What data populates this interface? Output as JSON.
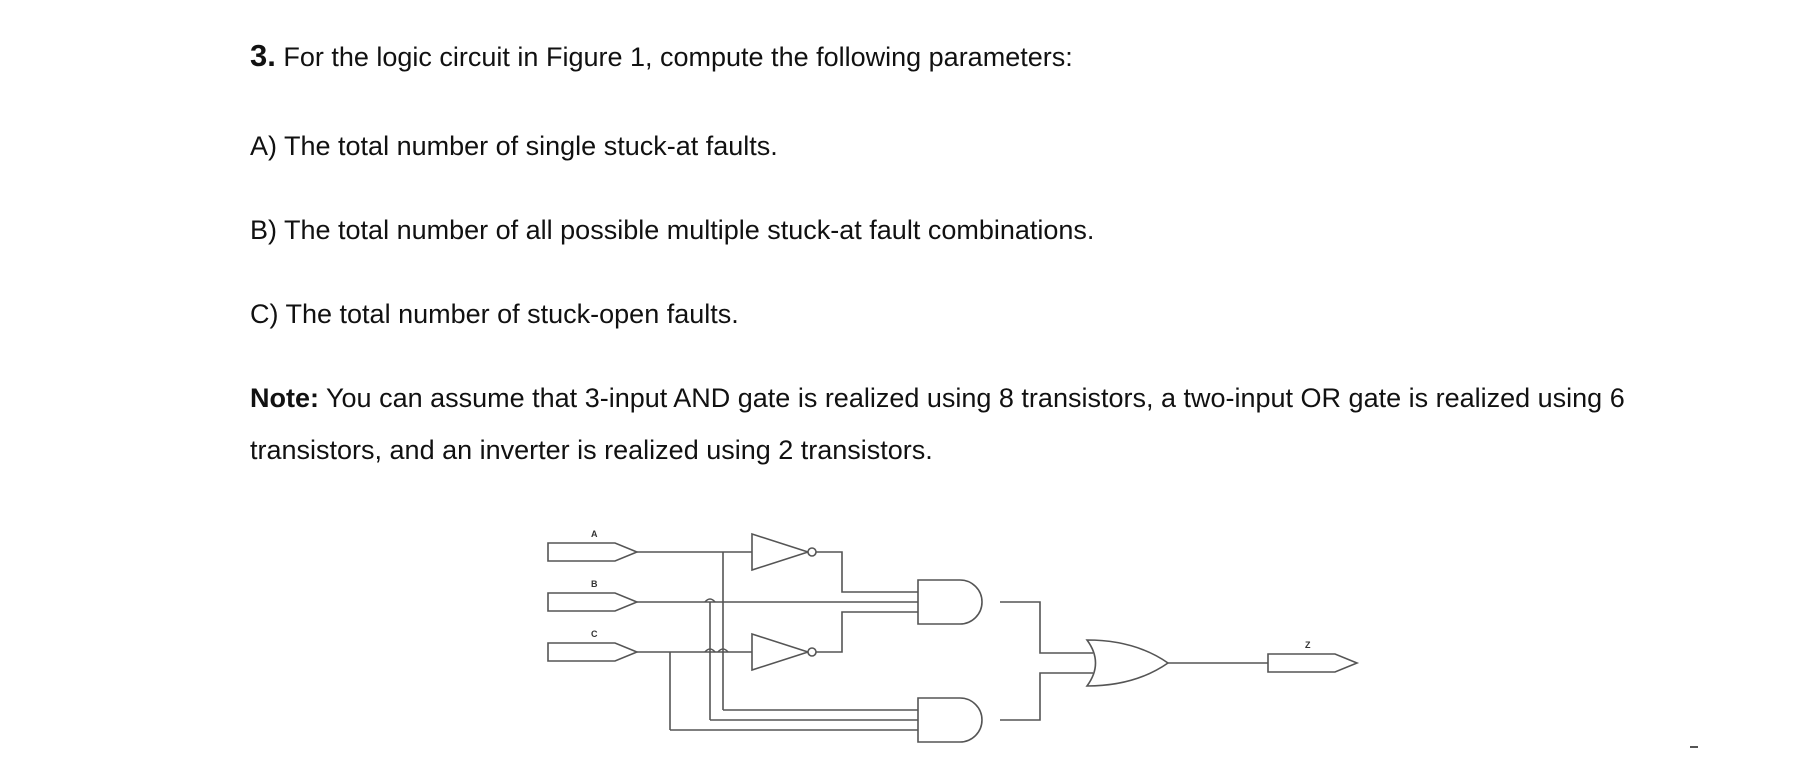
{
  "question": {
    "number": "3.",
    "text": " For the logic circuit in Figure 1, compute the following parameters:"
  },
  "items": [
    {
      "text": "A) The total number of single stuck-at faults."
    },
    {
      "text": "B) The total number of all possible multiple stuck-at fault combinations."
    },
    {
      "text": "C) The total number of stuck-open faults."
    }
  ],
  "note": {
    "label": "Note:",
    "text": " You can assume that 3-input AND gate is realized using 8 transistors, a two-input OR gate is realized using 6 transistors, and an inverter is realized using 2 transistors."
  },
  "circuit": {
    "inputs": [
      "A",
      "B",
      "C"
    ],
    "output": "Z"
  }
}
